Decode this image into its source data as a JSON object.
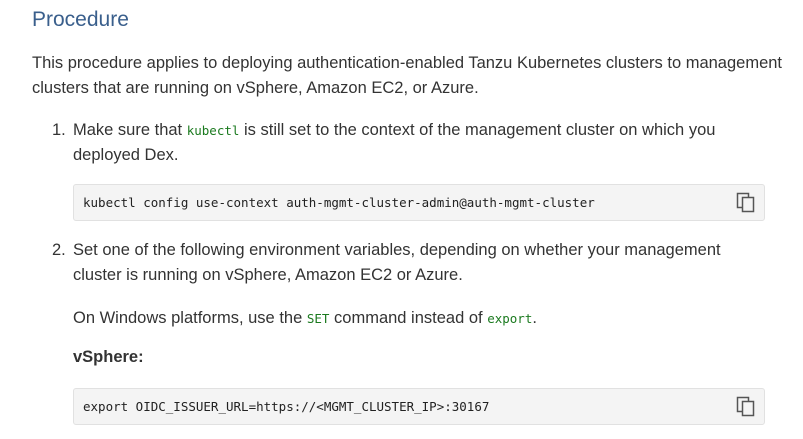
{
  "section": {
    "heading": "Procedure",
    "intro": "This procedure applies to deploying authentication-enabled Tanzu Kubernetes clusters to management clusters that are running on vSphere, Amazon EC2, or Azure."
  },
  "steps": [
    {
      "number": "1.",
      "text_before": "Make sure that ",
      "code": "kubectl",
      "text_after": " is still set to the context of the management cluster on which you deployed Dex.",
      "command": "kubectl config use-context auth-mgmt-cluster-admin@auth-mgmt-cluster"
    },
    {
      "number": "2.",
      "text": "Set one of the following environment variables, depending on whether your management cluster is running on vSphere, Amazon EC2 or Azure.",
      "note_before": "On Windows platforms, use the ",
      "note_code1": "SET",
      "note_middle": " command instead of ",
      "note_code2": "export",
      "note_after": ".",
      "subheading": "vSphere:",
      "command": "export OIDC_ISSUER_URL=https://<MGMT_CLUSTER_IP>:30167"
    }
  ],
  "icons": {
    "copy": "copy-icon"
  },
  "colors": {
    "heading": "#3a5f8c",
    "inline_code": "#1b7a1f",
    "code_bg": "#f4f4f4"
  }
}
